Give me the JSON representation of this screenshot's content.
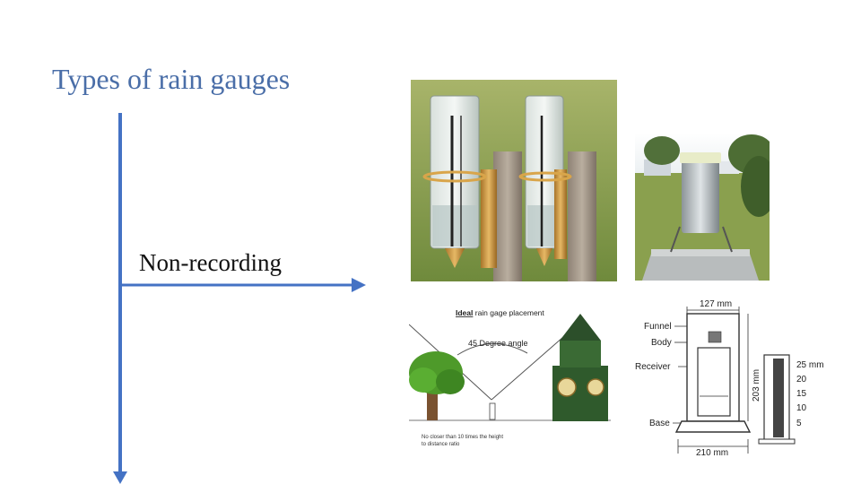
{
  "slide": {
    "title": "Types of rain gauges",
    "branch_label": "Non-recording",
    "accent_color": "#4a6ea8"
  },
  "placement_diagram": {
    "heading_underlined": "Ideal",
    "heading_rest": " rain gage placement",
    "angle_label": "45 Degree angle",
    "footnote_line1": "No closer than 10 times the height",
    "footnote_line2": "to distance ratio"
  },
  "gauge_diagram": {
    "top_dim": "127 mm",
    "funnel": "Funnel",
    "body": "Body",
    "receiver": "Receiver",
    "base": "Base",
    "height_dim": "203 mm",
    "bottom_dim": "210 mm",
    "scale_labels": [
      "25 mm",
      "20",
      "15",
      "10",
      "5"
    ]
  }
}
